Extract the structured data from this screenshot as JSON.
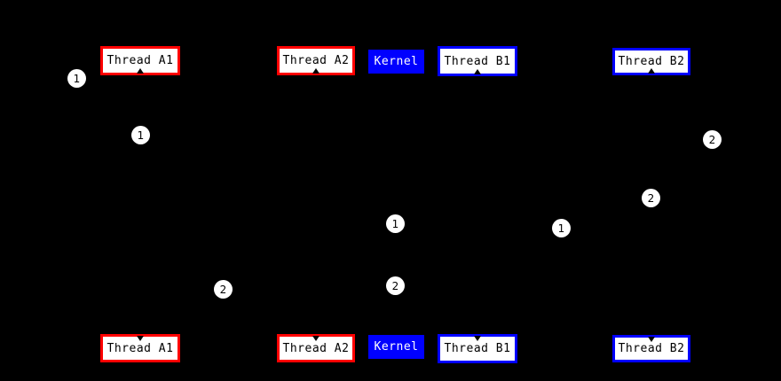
{
  "diagram": {
    "description": "Thread scheduling sequence diagram on black background; black lifelines and arrows are invisible, only entity boxes and numbered event markers are visible",
    "background_color": "#000000",
    "colors": {
      "thread_a_border": "#ff0000",
      "thread_b_border": "#0000ff",
      "kernel_fill": "#0000ff",
      "box_fill": "#ffffff",
      "box_text": "#000000",
      "kernel_text": "#ffffff",
      "marker_fill": "#ffffff",
      "marker_text": "#000000"
    },
    "lifelines": {
      "thread_a1": {
        "label": "Thread A1"
      },
      "thread_a2": {
        "label": "Thread A2"
      },
      "kernel": {
        "label": "Kernel"
      },
      "thread_b1": {
        "label": "Thread B1"
      },
      "thread_b2": {
        "label": "Thread B2"
      }
    },
    "markers": [
      {
        "label": "1"
      },
      {
        "label": "1"
      },
      {
        "label": "1"
      },
      {
        "label": "1"
      },
      {
        "label": "2"
      },
      {
        "label": "2"
      },
      {
        "label": "2"
      },
      {
        "label": "2"
      }
    ]
  }
}
